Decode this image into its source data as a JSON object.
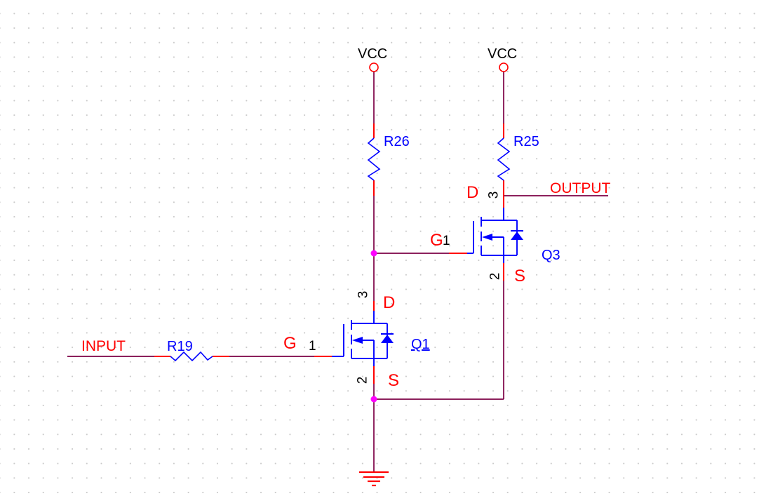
{
  "colors": {
    "background": "#FFFFFF",
    "grid_dot": "#C9C9C9",
    "wire": "#7C0045",
    "pin": "#FF0000",
    "symbol": "#0000FF",
    "junction": "#FF00FF",
    "net_label": "#FF0000",
    "pin_function_label": "#FF0000",
    "ref_label": "#0000FF",
    "pin_number": "#000000",
    "power_label": "#000000"
  },
  "power": {
    "vcc_left": "VCC",
    "vcc_right": "VCC"
  },
  "nets": {
    "input": "INPUT",
    "output": "OUTPUT"
  },
  "resistors": {
    "r19": {
      "ref": "R19"
    },
    "r26": {
      "ref": "R26"
    },
    "r25": {
      "ref": "R25"
    }
  },
  "transistors": {
    "q1": {
      "ref": "Q1",
      "gate_label": "G",
      "drain_label": "D",
      "source_label": "S",
      "gate_pin": "1",
      "drain_pin": "3",
      "source_pin": "2"
    },
    "q3": {
      "ref": "Q3",
      "gate_label": "G",
      "drain_label": "D",
      "source_label": "S",
      "gate_pin": "1",
      "drain_pin": "3",
      "source_pin": "2"
    }
  }
}
